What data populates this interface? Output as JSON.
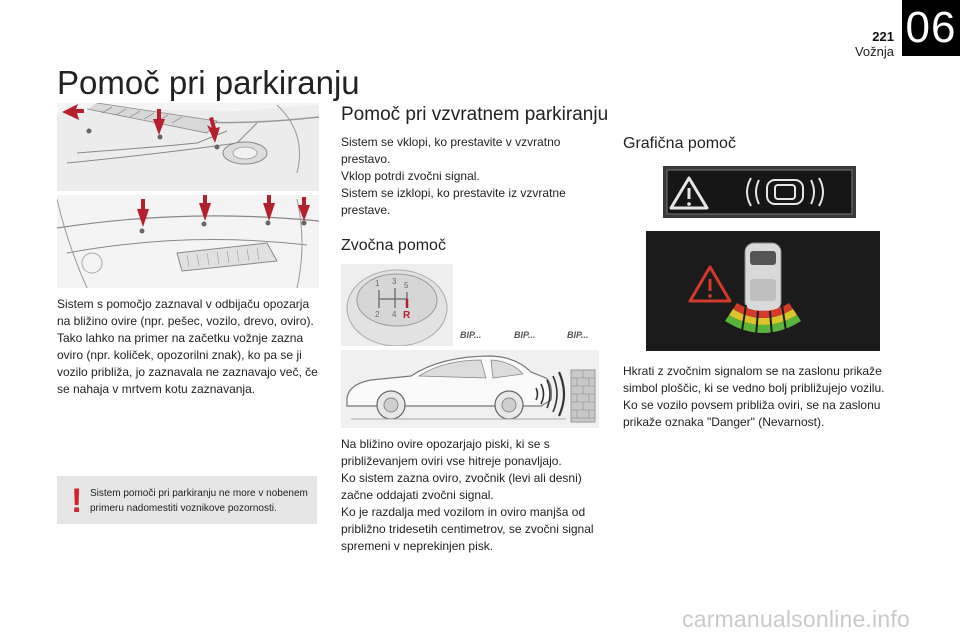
{
  "header": {
    "page_number": "221",
    "section": "Vožnja",
    "chapter": "06"
  },
  "page_title": "Pomoč pri parkiranju",
  "left": {
    "paragraph1": "Sistem s pomočjo zaznaval v odbijaču opozarja na bližino ovire (npr. pešec, vozilo, drevo, oviro).",
    "paragraph2": "Tako lahko na primer na začetku vožnje zazna oviro (npr. količek, opozorilni znak), ko pa se ji vozilo približa, jo zaznavala ne zaznavajo več, če se nahaja v mrtvem kotu zaznavanja.",
    "warning_mark": "!",
    "warning_text": "Sistem pomoči pri parkiranju ne more v nobenem primeru nadomestiti voznikove pozornosti."
  },
  "middle": {
    "title": "Pomoč pri vzvratnem parkiranju",
    "intro_lines": [
      "Sistem se vklopi, ko prestavite v vzvratno prestavo.",
      "Vklop potrdi zvočni signal.",
      "Sistem se izklopi, ko prestavite iz vzvratne prestave."
    ],
    "audio_title": "Zvočna pomoč",
    "gear_labels": [
      "1",
      "3",
      "5",
      "2",
      "4",
      "R"
    ],
    "bip_labels": [
      "BIP...",
      "BIP...",
      "BIP..."
    ],
    "audio_lines": [
      "Na bližino ovire opozarjajo piski, ki se s približevanjem oviri vse hitreje ponavljajo.",
      "Ko sistem zazna oviro, zvočnik (levi ali desni) začne oddajati zvočni signal.",
      "Ko je razdalja med vozilom in oviro manjša od približno tridesetih centimetrov, se zvočni signal spremeni v neprekinjen pisk."
    ]
  },
  "right": {
    "graphic_title": "Grafična pomoč",
    "graphic_lines": [
      "Hkrati z zvočnim signalom se na zaslonu prikaže simbol ploščic, ki se vedno bolj približujejo vozilu.",
      "Ko se vozilo povsem približa oviri, se na zaslonu prikaže oznaka \"Danger\" (Nevarnost)."
    ]
  },
  "watermark": "carmanualsonline.info",
  "colors": {
    "accent_red": "#d6212b",
    "arrow_red": "#b5202c",
    "zone_green": "#5ab33a",
    "zone_yellow": "#d9c42a",
    "zone_red": "#d33a2b"
  }
}
